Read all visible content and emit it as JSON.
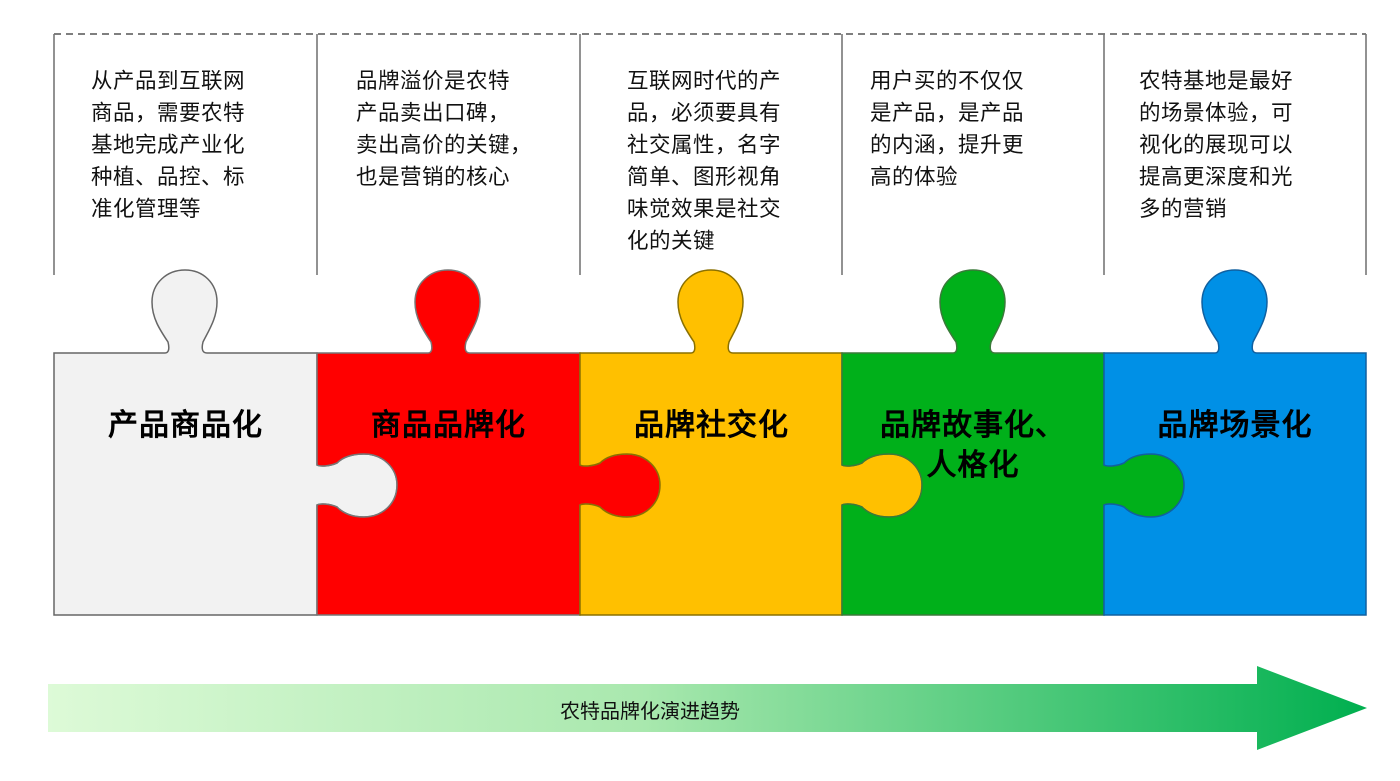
{
  "diagram": {
    "type": "puzzle-process",
    "steps": [
      {
        "title": "产品商品化",
        "description": "从产品到互联网商品，需要农特基地完成产业化种植、品控、标准化管理等",
        "desc_lines": [
          "从产品到互联网",
          "商品，需要农特",
          "基地完成产业化",
          "种植、品控、标",
          "准化管理等"
        ],
        "color": "#F2F2F2"
      },
      {
        "title": "商品品牌化",
        "description": "品牌溢价是农特产品卖出口碑，卖出高价的关键，也是营销的核心",
        "desc_lines": [
          "品牌溢价是农特",
          "产品卖出口碑，",
          "卖出高价的关键，",
          "也是营销的核心"
        ],
        "color": "#FF0000"
      },
      {
        "title": "品牌社交化",
        "description": "互联网时代的产品，必须要具有社交属性，名字简单、图形视角味觉效果是社交化的关键",
        "desc_lines": [
          "互联网时代的产",
          "品，必须要具有",
          "社交属性，名字",
          "简单、图形视角",
          "味觉效果是社交",
          "化的关键"
        ],
        "color": "#FFC000"
      },
      {
        "title": "品牌故事化、人格化",
        "title_lines": [
          "品牌故事化、",
          "人格化"
        ],
        "description": "用户买的不仅仅是产品，是产品的内涵，提升更高的体验",
        "desc_lines": [
          "用户买的不仅仅",
          "是产品，是产品",
          "的内涵，提升更",
          "高的体验"
        ],
        "color": "#00B01A"
      },
      {
        "title": "品牌场景化",
        "description": "农特基地是最好的场景体验，可视化的展现可以提高更深度和光多的营销",
        "desc_lines": [
          "农特基地是最好",
          "的场景体验，可",
          "视化的展现可以",
          "提高更深度和光",
          "多的营销"
        ],
        "color": "#0090E6"
      }
    ],
    "trend_arrow": {
      "label": "农特品牌化演进趋势",
      "gradient_start": "#DDFAD7",
      "gradient_end": "#00AF4F"
    }
  }
}
